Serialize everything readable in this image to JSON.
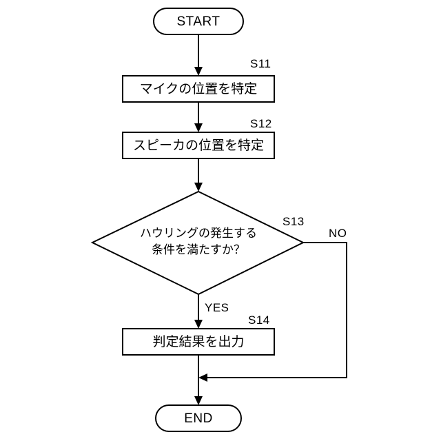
{
  "diagram": {
    "type": "flowchart",
    "background_color": "#ffffff",
    "line_color": "#000000",
    "nodes": [
      {
        "id": "start",
        "shape": "terminator",
        "label": "START",
        "step_tag": ""
      },
      {
        "id": "s11",
        "shape": "process",
        "label": "マイクの位置を特定",
        "step_tag": "S11"
      },
      {
        "id": "s12",
        "shape": "process",
        "label": "スピーカの位置を特定",
        "step_tag": "S12"
      },
      {
        "id": "s13",
        "shape": "decision",
        "label_line1": "ハウリングの発生する",
        "label_line2": "条件を満たすか？",
        "step_tag": "S13"
      },
      {
        "id": "s14",
        "shape": "process",
        "label": "判定結果を出力",
        "step_tag": "S14"
      },
      {
        "id": "end",
        "shape": "terminator",
        "label": "END",
        "step_tag": ""
      }
    ],
    "branch_labels": {
      "yes": "YES",
      "no": "NO"
    }
  }
}
